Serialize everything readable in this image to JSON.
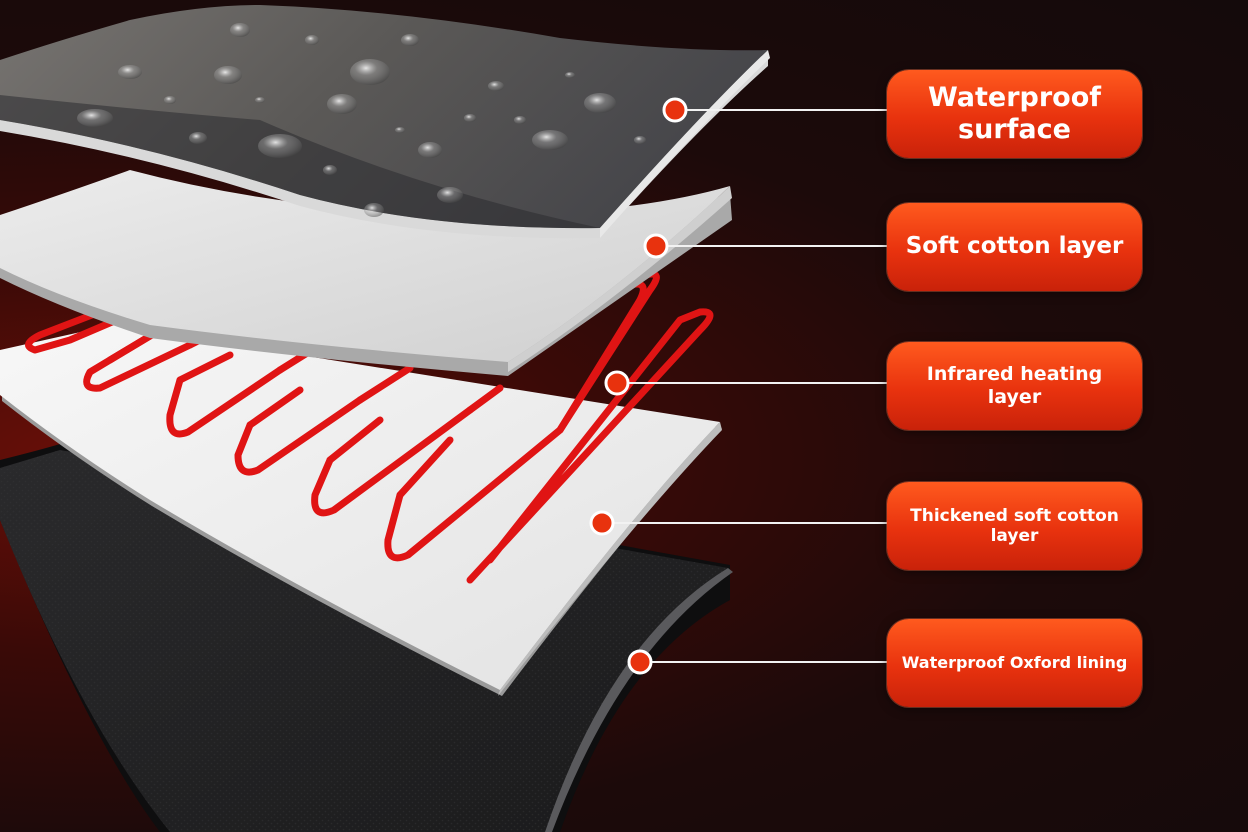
{
  "labels": [
    {
      "id": "waterproof-surface",
      "text": "Waterproof surface"
    },
    {
      "id": "soft-cotton-layer",
      "text": "Soft cotton layer"
    },
    {
      "id": "infrared-heating-layer",
      "text": "Infrared heating layer"
    },
    {
      "id": "thickened-soft-cotton-layer",
      "text": "Thickened soft cotton layer"
    },
    {
      "id": "waterproof-oxford-lining",
      "text": "Waterproof Oxford lining"
    }
  ],
  "colors": {
    "label_fill": "#e8320e",
    "heating_wire": "#e01414",
    "connector_line": "#f2f2f2",
    "background": "#140a0b"
  }
}
